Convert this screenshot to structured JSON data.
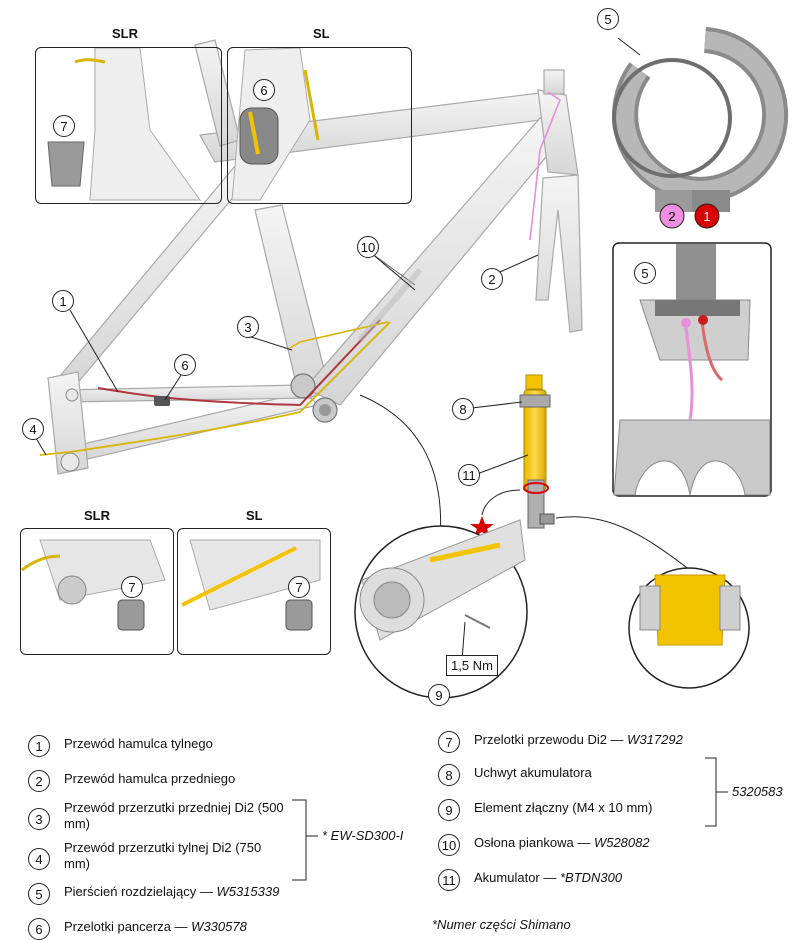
{
  "panels": {
    "top_slr": "SLR",
    "top_sl": "SL",
    "bottom_slr": "SLR",
    "bottom_sl": "SL"
  },
  "callouts": {
    "c5": "5",
    "c7a": "7",
    "c6a": "6",
    "c10": "10",
    "c2": "2",
    "c1": "1",
    "c3": "3",
    "c6b": "6",
    "c4": "4",
    "c8": "8",
    "c11": "11",
    "c7b": "7",
    "c7c": "7",
    "c9": "9",
    "c5b": "5"
  },
  "splitter_badges": {
    "b2": "2",
    "b1": "1"
  },
  "torque": "1,5 Nm",
  "legend": [
    {
      "num": "1",
      "text": "Przewód hamulca tylnego",
      "part": ""
    },
    {
      "num": "2",
      "text": "Przewód hamulca przedniego",
      "part": ""
    },
    {
      "num": "3",
      "text": "Przewód przerzutki przedniej Di2 (500 mm)",
      "part": ""
    },
    {
      "num": "4",
      "text": "Przewód przerzutki tylnej Di2 (750 mm)",
      "part": ""
    },
    {
      "num": "5",
      "text": "Pierścień rozdzielający — ",
      "part": "W5315339"
    },
    {
      "num": "6",
      "text": "Przelotki pancerza — ",
      "part": "W330578"
    },
    {
      "num": "7",
      "text": "Przelotki przewodu Di2 — ",
      "part": "W317292"
    },
    {
      "num": "8",
      "text": "Uchwyt akumulatora",
      "part": ""
    },
    {
      "num": "9",
      "text": "Element złączny (M4 x 10 mm)",
      "part": ""
    },
    {
      "num": "10",
      "text": "Osłona piankowa — ",
      "part": "W528082"
    },
    {
      "num": "11",
      "text": "Akumulator — ",
      "part": "*BTDN300"
    }
  ],
  "group_labels": {
    "di2_cables": "* EW-SD300-I",
    "battery_kit": "5320583"
  },
  "footnote": "*Numer części Shimano",
  "colors": {
    "brake_rear": "#a8242a",
    "brake_front": "#e78fd8",
    "di2": "#d9b400",
    "battery": "#f2c400",
    "frame": "#d8d8d8",
    "frame_edge": "#8a8a8a",
    "badge_pink": "#f08ee0",
    "badge_red": "#d80000",
    "star": "#d80000"
  }
}
